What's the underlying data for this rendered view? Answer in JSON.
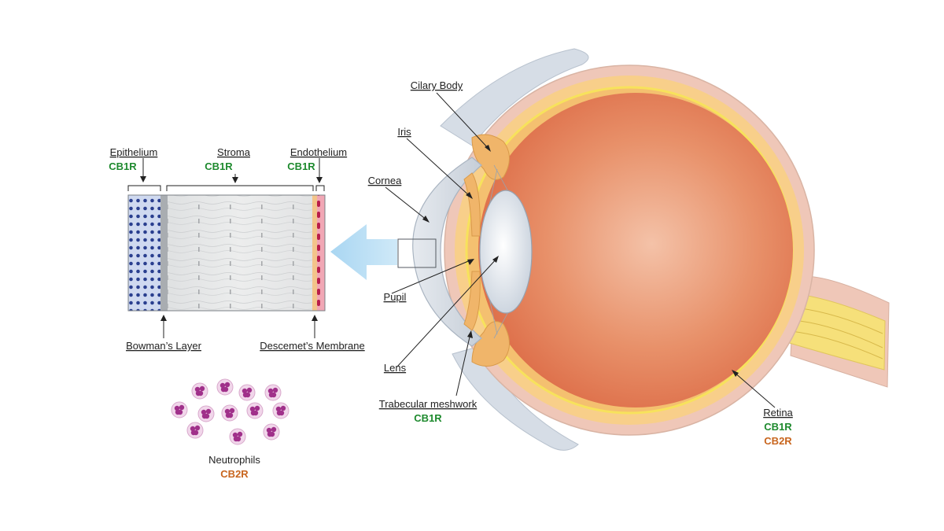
{
  "colors": {
    "cb1r": "#1e8a2e",
    "cb2r": "#c8651e",
    "eyeball": "#e07a55",
    "arrow": "#bfe0f5",
    "neutrophil": "#a0308a"
  },
  "cornea_layers": {
    "epithelium": {
      "label": "Epithelium",
      "receptor": "CB1R"
    },
    "stroma": {
      "label": "Stroma",
      "receptor": "CB1R"
    },
    "endothelium": {
      "label": "Endothelium",
      "receptor": "CB1R"
    },
    "bowmans_layer": {
      "label": "Bowman’s Layer"
    },
    "descemets_membrane": {
      "label": "Descemet’s Membrane"
    }
  },
  "neutrophils": {
    "label": "Neutrophils",
    "receptor": "CB2R"
  },
  "eye_parts": {
    "ciliary_body": {
      "label": "Cilary Body"
    },
    "iris": {
      "label": "Iris"
    },
    "cornea": {
      "label": "Cornea"
    },
    "pupil": {
      "label": "Pupil"
    },
    "lens": {
      "label": "Lens"
    },
    "trabecular_meshwork": {
      "label": "Trabecular meshwork",
      "receptor": "CB1R"
    },
    "retina": {
      "label": "Retina",
      "receptors": [
        "CB1R",
        "CB2R"
      ]
    }
  }
}
